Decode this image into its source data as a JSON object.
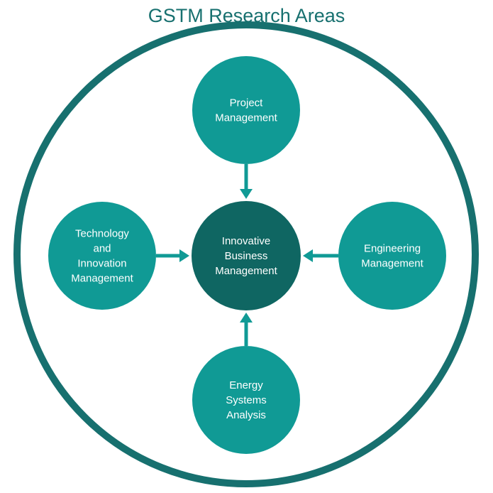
{
  "title": "GSTM Research Areas",
  "colors": {
    "title": "#17706f",
    "outer_ring": "#17706f",
    "outer_node": "#109a95",
    "center_node": "#0f6662",
    "arrow": "#109a95",
    "text": "#ffffff"
  },
  "center": {
    "lines": [
      "Innovative",
      "Business",
      "Management"
    ]
  },
  "nodes": [
    {
      "id": "project-management",
      "lines": [
        "Project",
        "Management"
      ]
    },
    {
      "id": "engineering-management",
      "lines": [
        "Engineering",
        "Management"
      ]
    },
    {
      "id": "energy-systems-analysis",
      "lines": [
        "Energy",
        "Systems",
        "Analysis"
      ]
    },
    {
      "id": "technology-and-innovation-management",
      "lines": [
        "Technology",
        "and",
        "Innovation",
        "Management"
      ]
    }
  ]
}
